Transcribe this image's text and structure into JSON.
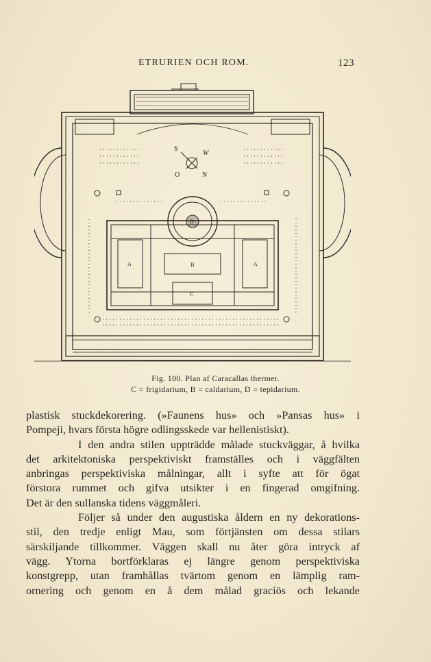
{
  "header": {
    "running_head": "ETRURIEN OCH ROM.",
    "page_number": "123"
  },
  "figure": {
    "plan_labels": {
      "a_left": "A",
      "a_right": "A",
      "b": "B",
      "c": "C",
      "d": "D",
      "compass_s": "S",
      "compass_w": "W",
      "compass_o": "O",
      "compass_n": "N"
    },
    "caption_line1": "Fig. 100.   Plan af Caracallas thermer.",
    "caption_line2": "C = frigidarium, B = caldarium, D = tepidarium."
  },
  "body": {
    "p1": [
      "plastisk stuckdekorering. (»Faunens hus» och »Pansas hus» i",
      "Pompeji, hvars första högre odlingsskede var hellenistiskt)."
    ],
    "p2": [
      "I den andra stilen uppträdde målade stuckväggar, å hvilka",
      "det arkitektoniska perspektiviskt framställes och i väggfälten",
      "anbringas perspektiviska målningar, allt i syfte att för ögat",
      "förstora rummet och gifva utsikter i en fingerad omgifning.",
      "Det är den sullanska tidens väggmåleri."
    ],
    "p3": [
      "Följer så under den augustiska åldern en ny dekorations-",
      "stil, den tredje enligt Mau, som förtjänsten om dessa stilars",
      "särskiljande tillkommer. Väggen skall nu åter göra intryck af",
      "vägg. Ytorna bortförklaras ej längre genom perspektiviska",
      "konstgrepp, utan framhållas tvärtom genom en lämplig ram-",
      "ornering och genom en å dem målad graciös och lekande"
    ]
  }
}
